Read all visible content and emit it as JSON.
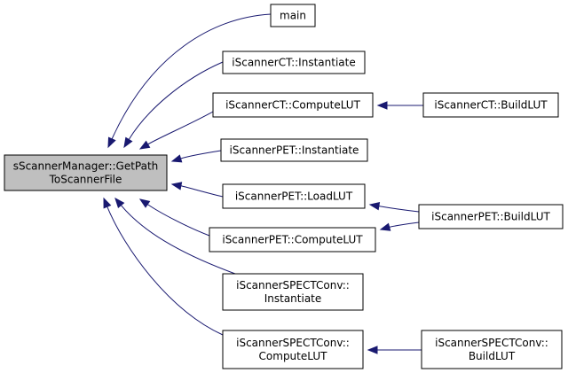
{
  "root": {
    "lines": [
      "sScannerManager::GetPath",
      "ToScannerFile"
    ]
  },
  "callers": [
    {
      "id": "main",
      "lines": [
        "main"
      ]
    },
    {
      "id": "ct_inst",
      "lines": [
        "iScannerCT::Instantiate"
      ]
    },
    {
      "id": "ct_comp",
      "lines": [
        "iScannerCT::ComputeLUT"
      ]
    },
    {
      "id": "pet_inst",
      "lines": [
        "iScannerPET::Instantiate"
      ]
    },
    {
      "id": "pet_load",
      "lines": [
        "iScannerPET::LoadLUT"
      ]
    },
    {
      "id": "pet_comp",
      "lines": [
        "iScannerPET::ComputeLUT"
      ]
    },
    {
      "id": "spect_inst",
      "lines": [
        "iScannerSPECTConv::",
        "Instantiate"
      ]
    },
    {
      "id": "spect_comp",
      "lines": [
        "iScannerSPECTConv::",
        "ComputeLUT"
      ]
    }
  ],
  "level2": [
    {
      "id": "ct_build",
      "lines": [
        "iScannerCT::BuildLUT"
      ]
    },
    {
      "id": "pet_build",
      "lines": [
        "iScannerPET::BuildLUT"
      ]
    },
    {
      "id": "spect_build",
      "lines": [
        "iScannerSPECTConv::",
        "BuildLUT"
      ]
    }
  ],
  "edges": [
    {
      "from": "main",
      "to": "root"
    },
    {
      "from": "ct_inst",
      "to": "root"
    },
    {
      "from": "ct_comp",
      "to": "root"
    },
    {
      "from": "pet_inst",
      "to": "root"
    },
    {
      "from": "pet_load",
      "to": "root"
    },
    {
      "from": "pet_comp",
      "to": "root"
    },
    {
      "from": "spect_inst",
      "to": "root"
    },
    {
      "from": "spect_comp",
      "to": "root"
    },
    {
      "from": "ct_build",
      "to": "ct_comp"
    },
    {
      "from": "pet_build",
      "to": "pet_load"
    },
    {
      "from": "pet_build",
      "to": "pet_comp"
    },
    {
      "from": "spect_build",
      "to": "spect_comp"
    }
  ],
  "colors": {
    "edge": "#191970",
    "root_fill": "#bfbfbf",
    "node_fill": "#ffffff",
    "border": "#000000"
  }
}
